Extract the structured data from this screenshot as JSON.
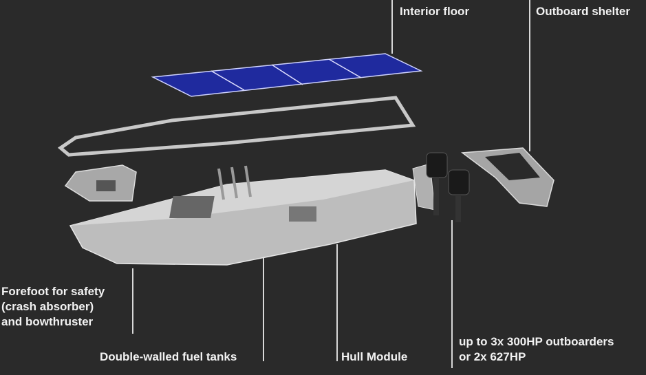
{
  "labels": {
    "interior_floor": "Interior floor",
    "outboard_shelter": "Outboard shelter",
    "forefoot_line1": "Forefoot for safety",
    "forefoot_line2": "(crash absorber)",
    "forefoot_line3": "and bowthruster",
    "fuel_tanks": "Double-walled fuel tanks",
    "hull_module": "Hull Module",
    "outboards_line1": "up to 3x 300HP outboarders",
    "outboards_line2": "or 2x 627HP"
  },
  "colors": {
    "background": "#2a2a2a",
    "floor": "#1f2a9e",
    "hull": "#bdbdbd"
  }
}
